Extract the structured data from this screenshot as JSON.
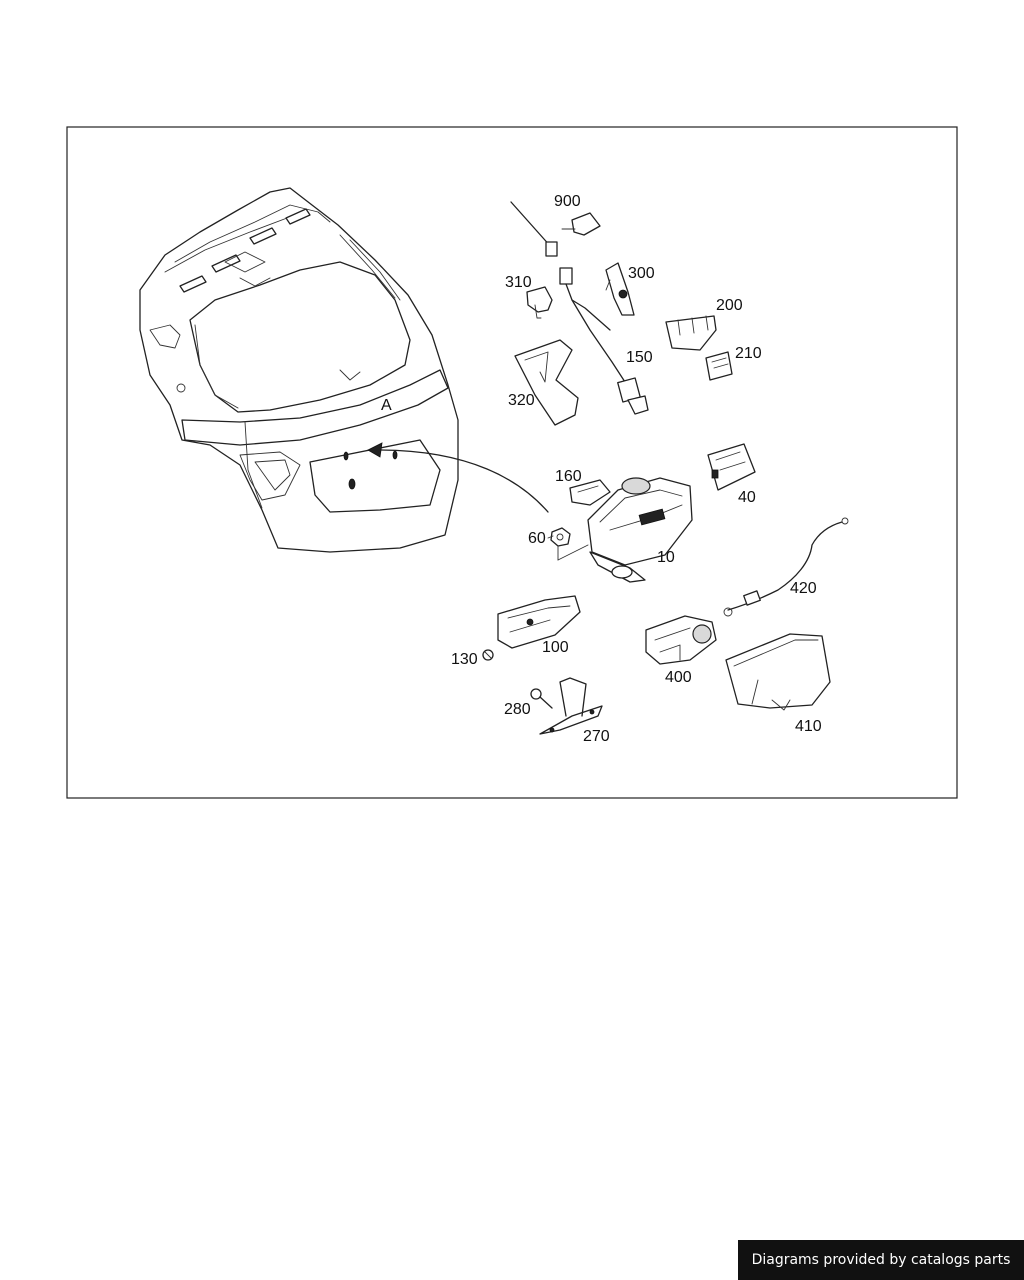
{
  "diagram": {
    "callouts": {
      "p900": "900",
      "p310": "310",
      "p300": "300",
      "p200": "200",
      "p150": "150",
      "p210": "210",
      "p320": "320",
      "p160": "160",
      "p40": "40",
      "p60": "60",
      "p10": "10",
      "p420": "420",
      "p100": "100",
      "p130": "130",
      "p400": "400",
      "p280": "280",
      "p270": "270",
      "p410": "410"
    }
  },
  "footer": {
    "credit": "Diagrams provided by catalogs parts"
  }
}
